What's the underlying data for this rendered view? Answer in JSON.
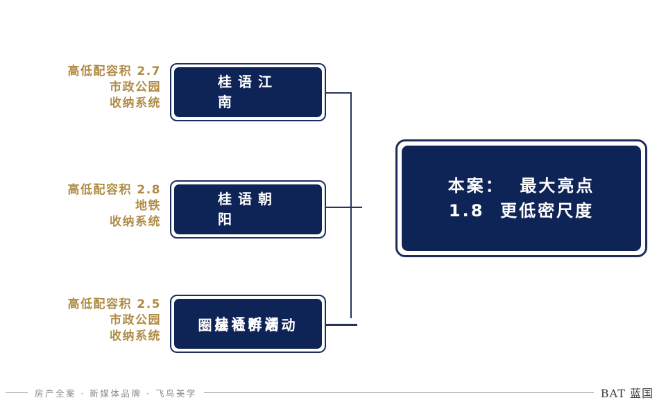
{
  "colors": {
    "navy": "#0F2456",
    "navy_border": "#1D2C5E",
    "connector": "#27335B",
    "gold": "#B08C45",
    "footer_text": "#8A8A8A",
    "footer_rule": "#9B9B9B",
    "logo_text": "#3C3C3C",
    "box_text": "#FFFFFF"
  },
  "rows": [
    {
      "label": "高低配容积 2.7\n市政公园\n收纳系统",
      "box_text": "桂语江\n南"
    },
    {
      "label": "高低配容积 2.8\n地铁\n收纳系统",
      "box_text": "桂语朝\n阳"
    },
    {
      "label": "高低配容积 2.5\n市政公园\n收纳系统",
      "overlay_back": "圈层社群活动",
      "overlay_front": "桂语听澜"
    }
  ],
  "highlight": {
    "text": "本案：  最大亮点\n1.8  更低密尺度"
  },
  "footer": {
    "tagline": "房产全案 · 新媒体品牌 · 飞鸟美学",
    "logo": "BAT 蓝国"
  }
}
